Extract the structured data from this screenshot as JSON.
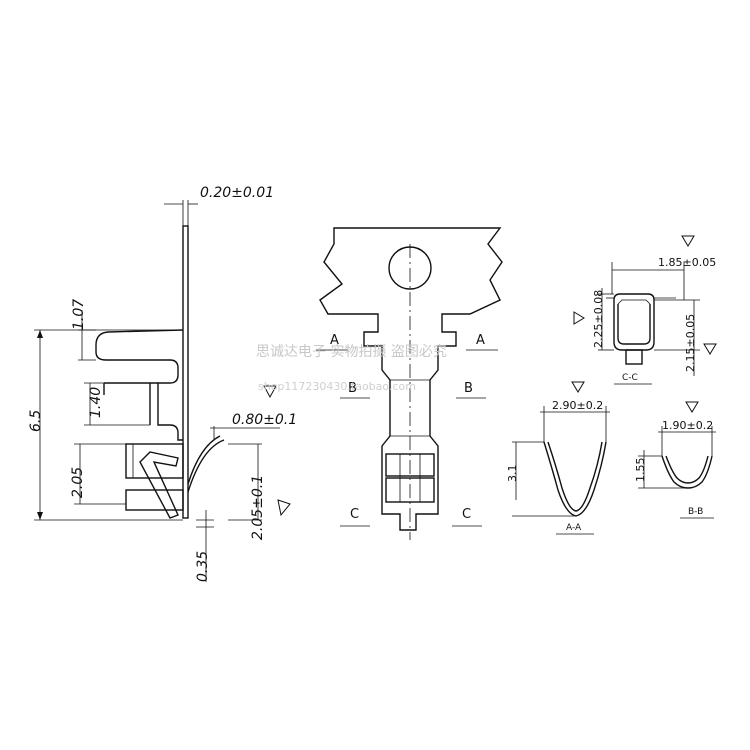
{
  "dimensions": {
    "thickness": "0.20±0.01",
    "top_gap": "1.07",
    "total_height": "6.5",
    "mid_gap": "1.40",
    "lower_height": "2.05",
    "offset": "0.80±0.1",
    "tip_height": "2.05±0.1",
    "bottom": "0.35",
    "cc_width": "1.85±0.05",
    "cc_height_left": "2.25±0.08",
    "cc_height_right": "2.15±0.05",
    "aa_width": "2.90±0.2",
    "aa_height": "3.1",
    "bb_width": "1.90±0.2",
    "bb_height": "1.55"
  },
  "section_labels": {
    "a_left": "A",
    "a_right": "A",
    "b_left": "B",
    "b_right": "B",
    "c_left": "C",
    "c_right": "C",
    "cc": "C-C",
    "aa": "A-A",
    "bb": "B-B"
  },
  "watermark": {
    "line1": "思诚达电子 实物拍摄 盗图必究",
    "line2": "shop117230430.taobao.com"
  }
}
